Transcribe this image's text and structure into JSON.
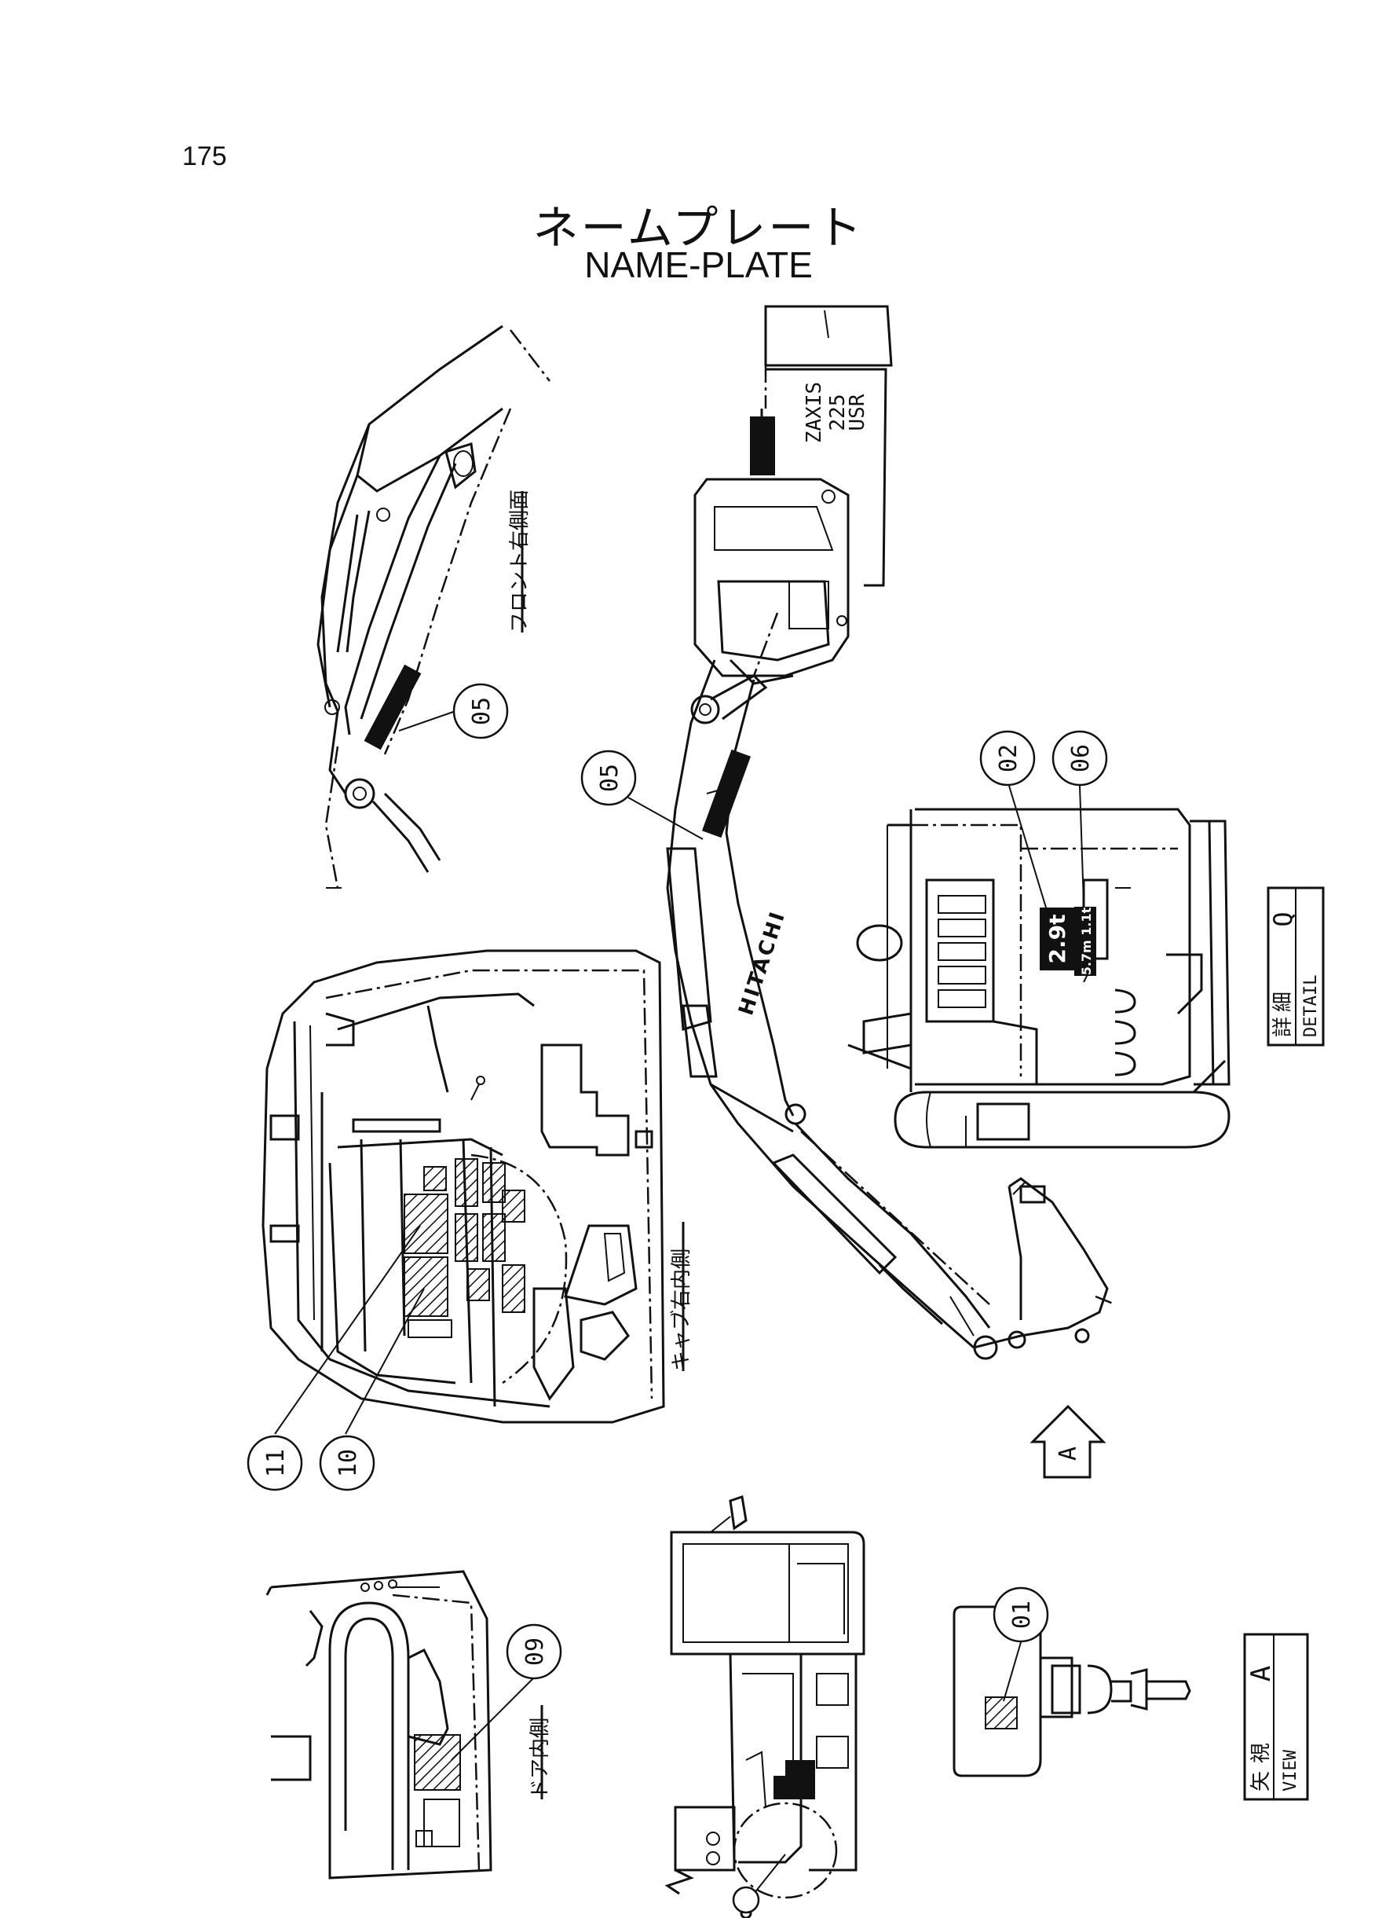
{
  "page_number": "175",
  "title": {
    "japanese": "ネームプレート",
    "english": "NAME-PLATE"
  },
  "callouts": [
    "05",
    "05",
    "02",
    "06",
    "11",
    "10",
    "09",
    "01"
  ],
  "labels": {
    "front_right_side": "フロント右側面",
    "cab_right_inside": "キャブ右内側",
    "door_inside": "ドア内側",
    "detail_jp": "詳細",
    "detail_en": "DETAIL",
    "detail_id": "Q",
    "view_jp": "矢視",
    "view_en": "VIEW",
    "view_id": "A",
    "arrow_letter": "A"
  },
  "decals": {
    "boom_brand": "HITACHI",
    "model_line1": "ZAXIS",
    "model_line2": "225",
    "model_line3": "USR",
    "weight_plate": "2.9t",
    "load_plate": "5.7m 1.1t"
  }
}
